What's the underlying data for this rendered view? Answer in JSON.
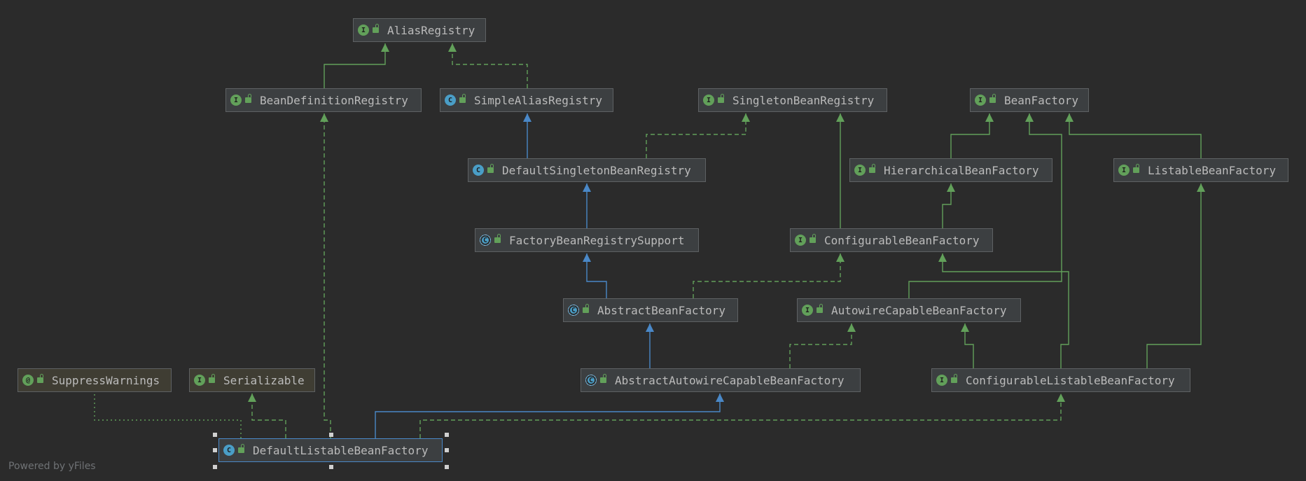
{
  "diagram": {
    "colors": {
      "background": "#2b2b2b",
      "implements_edge": "#62a05a",
      "extends_edge": "#4a88c7",
      "annotation_edge": "#62a05a",
      "node_fill": "#3c3f41",
      "node_border": "#5e6163",
      "node_text": "#bbbbbb",
      "selected_border": "#4a88c7"
    },
    "nodes": {
      "alias_registry": {
        "label": "AliasRegistry",
        "kind": "interface"
      },
      "bean_definition_registry": {
        "label": "BeanDefinitionRegistry",
        "kind": "interface"
      },
      "simple_alias_registry": {
        "label": "SimpleAliasRegistry",
        "kind": "class"
      },
      "singleton_bean_registry": {
        "label": "SingletonBeanRegistry",
        "kind": "interface"
      },
      "bean_factory": {
        "label": "BeanFactory",
        "kind": "interface"
      },
      "default_singleton_bean_registry": {
        "label": "DefaultSingletonBeanRegistry",
        "kind": "class"
      },
      "hierarchical_bean_factory": {
        "label": "HierarchicalBeanFactory",
        "kind": "interface"
      },
      "listable_bean_factory": {
        "label": "ListableBeanFactory",
        "kind": "interface"
      },
      "factory_bean_registry_support": {
        "label": "FactoryBeanRegistrySupport",
        "kind": "abstract-class"
      },
      "configurable_bean_factory": {
        "label": "ConfigurableBeanFactory",
        "kind": "interface"
      },
      "abstract_bean_factory": {
        "label": "AbstractBeanFactory",
        "kind": "abstract-class"
      },
      "autowire_capable_bean_factory": {
        "label": "AutowireCapableBeanFactory",
        "kind": "interface"
      },
      "suppress_warnings": {
        "label": "SuppressWarnings",
        "kind": "annotation"
      },
      "serializable": {
        "label": "Serializable",
        "kind": "interface"
      },
      "abstract_autowire_capable_bean_factory": {
        "label": "AbstractAutowireCapableBeanFactory",
        "kind": "abstract-class"
      },
      "configurable_listable_bean_factory": {
        "label": "ConfigurableListableBeanFactory",
        "kind": "interface"
      },
      "default_listable_bean_factory": {
        "label": "DefaultListableBeanFactory",
        "kind": "class",
        "selected": true
      }
    },
    "edges": [
      {
        "from": "bean_definition_registry",
        "to": "alias_registry",
        "type": "extends-interface"
      },
      {
        "from": "simple_alias_registry",
        "to": "alias_registry",
        "type": "implements"
      },
      {
        "from": "default_singleton_bean_registry",
        "to": "simple_alias_registry",
        "type": "extends"
      },
      {
        "from": "default_singleton_bean_registry",
        "to": "singleton_bean_registry",
        "type": "implements"
      },
      {
        "from": "hierarchical_bean_factory",
        "to": "bean_factory",
        "type": "extends-interface"
      },
      {
        "from": "listable_bean_factory",
        "to": "bean_factory",
        "type": "extends-interface"
      },
      {
        "from": "autowire_capable_bean_factory",
        "to": "bean_factory",
        "type": "extends-interface"
      },
      {
        "from": "factory_bean_registry_support",
        "to": "default_singleton_bean_registry",
        "type": "extends"
      },
      {
        "from": "configurable_bean_factory",
        "to": "hierarchical_bean_factory",
        "type": "extends-interface"
      },
      {
        "from": "configurable_bean_factory",
        "to": "singleton_bean_registry",
        "type": "extends-interface"
      },
      {
        "from": "abstract_bean_factory",
        "to": "factory_bean_registry_support",
        "type": "extends"
      },
      {
        "from": "abstract_bean_factory",
        "to": "configurable_bean_factory",
        "type": "implements"
      },
      {
        "from": "abstract_autowire_capable_bean_factory",
        "to": "abstract_bean_factory",
        "type": "extends"
      },
      {
        "from": "abstract_autowire_capable_bean_factory",
        "to": "autowire_capable_bean_factory",
        "type": "implements"
      },
      {
        "from": "configurable_listable_bean_factory",
        "to": "autowire_capable_bean_factory",
        "type": "extends-interface"
      },
      {
        "from": "configurable_listable_bean_factory",
        "to": "configurable_bean_factory",
        "type": "extends-interface"
      },
      {
        "from": "configurable_listable_bean_factory",
        "to": "listable_bean_factory",
        "type": "extends-interface"
      },
      {
        "from": "default_listable_bean_factory",
        "to": "abstract_autowire_capable_bean_factory",
        "type": "extends"
      },
      {
        "from": "default_listable_bean_factory",
        "to": "configurable_listable_bean_factory",
        "type": "implements"
      },
      {
        "from": "default_listable_bean_factory",
        "to": "bean_definition_registry",
        "type": "implements"
      },
      {
        "from": "default_listable_bean_factory",
        "to": "serializable",
        "type": "implements"
      },
      {
        "from": "default_listable_bean_factory",
        "to": "suppress_warnings",
        "type": "annotated-with"
      }
    ]
  },
  "footer": {
    "text": "Powered by yFiles"
  }
}
